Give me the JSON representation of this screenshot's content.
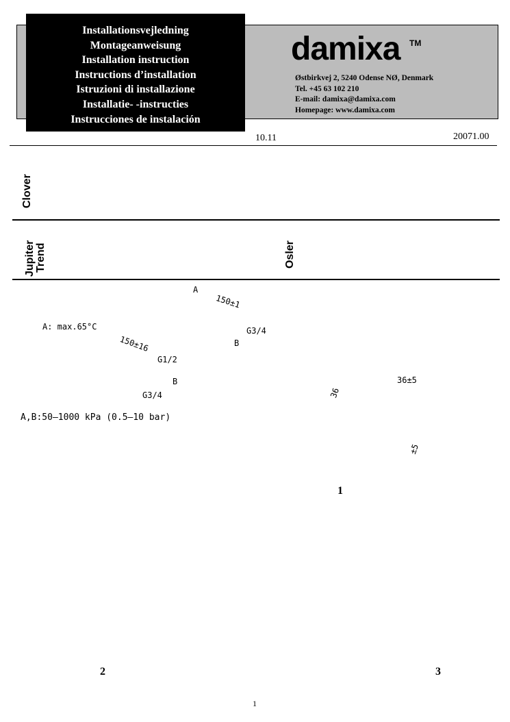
{
  "header": {
    "titles": [
      "Installationsvejledning",
      "Montageanweisung",
      "Installation instruction",
      "Instructions d’installation",
      "Istruzioni di installazione",
      "Installatie- -instructies",
      "Instrucciones de instalación"
    ],
    "brand": "damixa",
    "trademark": "TM",
    "address": [
      "Østbirkvej 2, 5240 Odense NØ, Denmark",
      "Tel. +45 63 102 210",
      "E-mail: damixa@damixa.com",
      "Homepage: www.damixa.com"
    ]
  },
  "doc": {
    "date": "10.11",
    "code": "20071.00",
    "page": "1"
  },
  "models": {
    "clover": "Clover",
    "jupiter": "Jupiter",
    "trend": "Trend",
    "osler": "Osler"
  },
  "specs": {
    "temp": "A:  max.65°C",
    "centers1": "150±16",
    "centers2": "150±1",
    "g12": "G1/2",
    "g34a": "G3/4",
    "g34b": "G3/4",
    "label_a": "A",
    "label_b": "B",
    "label_b2": "B",
    "pressure": "A,B:50–1000  kPa  (0.5–10  bar)",
    "depth": "36±5",
    "d36": "36",
    "pm5": "±5"
  },
  "steps": {
    "s1": "1",
    "s2": "2",
    "s3": "3"
  }
}
